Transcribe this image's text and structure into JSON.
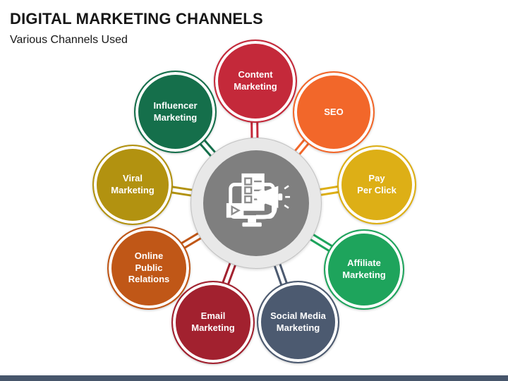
{
  "header": {
    "title": "DIGITAL MARKETING CHANNELS",
    "subtitle": "Various Channels Used"
  },
  "hub": {
    "icon": "digital-marketing-monitor-megaphone-icon",
    "ring_color": "#E8E8E8",
    "ring_border_color": "#C2C2C2",
    "inner_color": "#7F7F7F",
    "icon_color": "#FFFFFF",
    "icon_detail_color": "#8C8C8C"
  },
  "nodes": [
    {
      "id": "content-marketing",
      "label": "Content\nMarketing",
      "color": "#C4293A"
    },
    {
      "id": "seo",
      "label": "SEO",
      "color": "#F2672A"
    },
    {
      "id": "pay-per-click",
      "label": "Pay\nPer Click",
      "color": "#DDAF16"
    },
    {
      "id": "affiliate-marketing",
      "label": "Affiliate\nMarketing",
      "color": "#1EA45C"
    },
    {
      "id": "social-media-marketing",
      "label": "Social Media\nMarketing",
      "color": "#4C5A70"
    },
    {
      "id": "email-marketing",
      "label": "Email\nMarketing",
      "color": "#A2212F"
    },
    {
      "id": "online-public-relations",
      "label": "Online\nPublic\nRelations",
      "color": "#C05717"
    },
    {
      "id": "viral-marketing",
      "label": "Viral\nMarketing",
      "color": "#B29210"
    },
    {
      "id": "influencer-marketing",
      "label": "Influencer\nMarketing",
      "color": "#156F4B"
    }
  ],
  "label_text_color": "#FFFFFF",
  "footer": {
    "bar_color": "#47566B"
  }
}
